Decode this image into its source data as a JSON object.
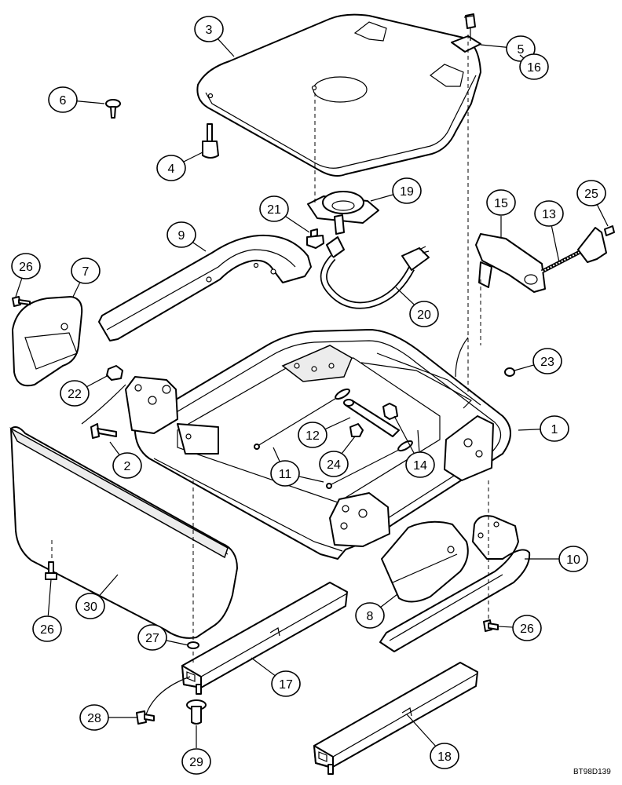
{
  "figure_code": "BT98D139",
  "callouts": [
    {
      "label": "1",
      "part": "seat-frame"
    },
    {
      "label": "2",
      "part": "bolt"
    },
    {
      "label": "3",
      "part": "seat-pan"
    },
    {
      "label": "4",
      "part": "stud"
    },
    {
      "label": "5",
      "part": "bracket"
    },
    {
      "label": "6",
      "part": "push-rivet"
    },
    {
      "label": "7",
      "part": "left-side-cover"
    },
    {
      "label": "8",
      "part": "right-side-cover"
    },
    {
      "label": "9",
      "part": "left-armrest-rail"
    },
    {
      "label": "10",
      "part": "right-armrest-rail"
    },
    {
      "label": "11",
      "part": "cable"
    },
    {
      "label": "12",
      "part": "pin"
    },
    {
      "label": "13",
      "part": "adjuster-screw"
    },
    {
      "label": "14",
      "part": "bushing"
    },
    {
      "label": "15",
      "part": "lever-bracket"
    },
    {
      "label": "16",
      "part": "screw"
    },
    {
      "label": "17",
      "part": "left-slide-rail"
    },
    {
      "label": "18",
      "part": "right-slide-rail"
    },
    {
      "label": "19",
      "part": "seat-switch"
    },
    {
      "label": "20",
      "part": "harness"
    },
    {
      "label": "21",
      "part": "nut"
    },
    {
      "label": "22",
      "part": "nut"
    },
    {
      "label": "23",
      "part": "washer"
    },
    {
      "label": "24",
      "part": "nut"
    },
    {
      "label": "25",
      "part": "set-screw"
    },
    {
      "label": "26",
      "part": "bolt"
    },
    {
      "label": "26",
      "part": "bolt"
    },
    {
      "label": "26",
      "part": "bolt"
    },
    {
      "label": "27",
      "part": "washer"
    },
    {
      "label": "28",
      "part": "bolt"
    },
    {
      "label": "29",
      "part": "spacer"
    },
    {
      "label": "30",
      "part": "front-cover"
    }
  ]
}
